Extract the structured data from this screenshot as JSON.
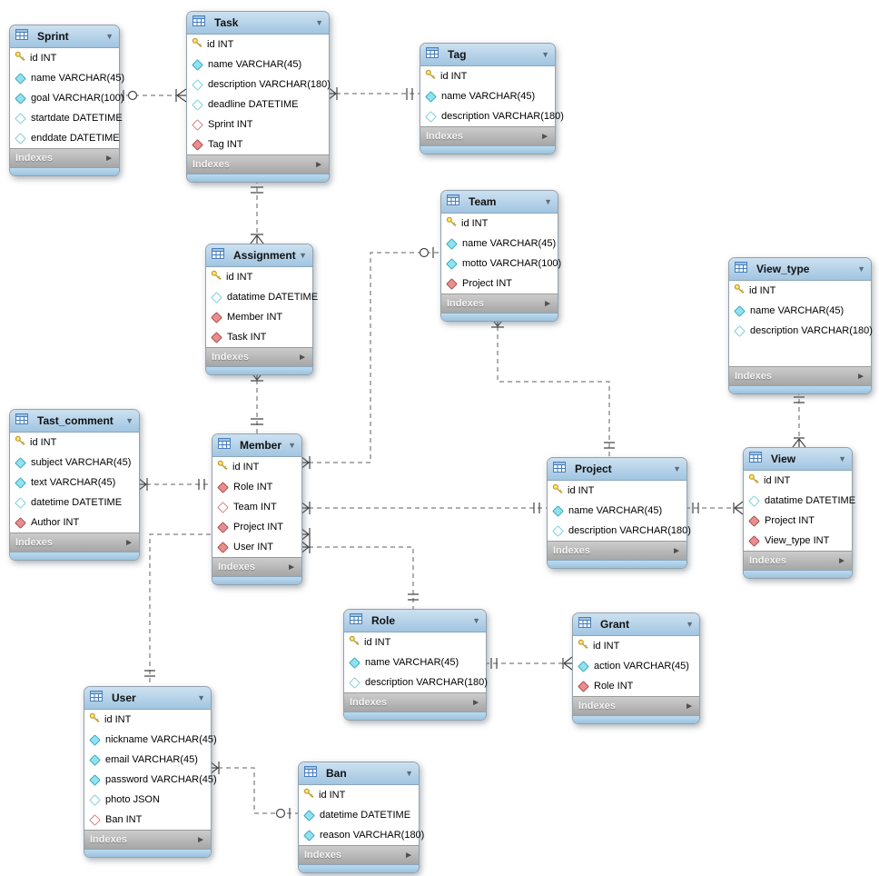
{
  "icons": {
    "collapse": "▼",
    "expand": "►"
  },
  "colors": {
    "header_blue": "#aecde5",
    "indexes_gray": "#b5b5b5",
    "key_yellow": "#ffd83d",
    "diamond_cyan": "#8fe2ef",
    "diamond_red": "#e98e8e",
    "wire_gray": "#5f5f5f"
  },
  "diagram": {
    "tables": [
      {
        "name": "Sprint",
        "indexes_label": "Indexes",
        "columns": [
          {
            "icon": "key-icon",
            "label": "id INT"
          },
          {
            "icon": "diamond-cyan-filled-icon",
            "label": "name VARCHAR(45)"
          },
          {
            "icon": "diamond-cyan-filled-icon",
            "label": "goal VARCHAR(100)"
          },
          {
            "icon": "diamond-cyan-outline-icon",
            "label": "startdate DATETIME"
          },
          {
            "icon": "diamond-cyan-outline-icon",
            "label": "enddate DATETIME"
          }
        ]
      },
      {
        "name": "Task",
        "indexes_label": "Indexes",
        "columns": [
          {
            "icon": "key-icon",
            "label": "id INT"
          },
          {
            "icon": "diamond-cyan-filled-icon",
            "label": "name VARCHAR(45)"
          },
          {
            "icon": "diamond-cyan-outline-icon",
            "label": "description VARCHAR(180)"
          },
          {
            "icon": "diamond-cyan-outline-icon",
            "label": "deadline DATETIME"
          },
          {
            "icon": "diamond-red-outline-icon",
            "label": "Sprint INT"
          },
          {
            "icon": "diamond-red-filled-icon",
            "label": "Tag INT"
          }
        ]
      },
      {
        "name": "Tag",
        "indexes_label": "Indexes",
        "columns": [
          {
            "icon": "key-icon",
            "label": "id INT"
          },
          {
            "icon": "diamond-cyan-filled-icon",
            "label": "name VARCHAR(45)"
          },
          {
            "icon": "diamond-cyan-outline-icon",
            "label": "description VARCHAR(180)"
          }
        ]
      },
      {
        "name": "Team",
        "indexes_label": "Indexes",
        "columns": [
          {
            "icon": "key-icon",
            "label": "id INT"
          },
          {
            "icon": "diamond-cyan-filled-icon",
            "label": "name VARCHAR(45)"
          },
          {
            "icon": "diamond-cyan-filled-icon",
            "label": "motto VARCHAR(100)"
          },
          {
            "icon": "diamond-red-filled-icon",
            "label": "Project INT"
          }
        ]
      },
      {
        "name": "Assignment",
        "indexes_label": "Indexes",
        "columns": [
          {
            "icon": "key-icon",
            "label": "id INT"
          },
          {
            "icon": "diamond-cyan-outline-icon",
            "label": "datatime DATETIME"
          },
          {
            "icon": "diamond-red-filled-icon",
            "label": "Member INT"
          },
          {
            "icon": "diamond-red-filled-icon",
            "label": "Task INT"
          }
        ]
      },
      {
        "name": "View_type",
        "indexes_label": "Indexes",
        "spacer": true,
        "columns": [
          {
            "icon": "key-icon",
            "label": "id INT"
          },
          {
            "icon": "diamond-cyan-filled-icon",
            "label": "name VARCHAR(45)"
          },
          {
            "icon": "diamond-cyan-outline-icon",
            "label": "description VARCHAR(180)"
          }
        ]
      },
      {
        "name": "Tast_comment",
        "indexes_label": "Indexes",
        "columns": [
          {
            "icon": "key-icon",
            "label": "id INT"
          },
          {
            "icon": "diamond-cyan-filled-icon",
            "label": "subject VARCHAR(45)"
          },
          {
            "icon": "diamond-cyan-filled-icon",
            "label": "text VARCHAR(45)"
          },
          {
            "icon": "diamond-cyan-outline-icon",
            "label": "datetime DATETIME"
          },
          {
            "icon": "diamond-red-filled-icon",
            "label": "Author INT"
          }
        ]
      },
      {
        "name": "Member",
        "indexes_label": "Indexes",
        "columns": [
          {
            "icon": "key-icon",
            "label": "id INT"
          },
          {
            "icon": "diamond-red-filled-icon",
            "label": "Role INT"
          },
          {
            "icon": "diamond-red-outline-icon",
            "label": "Team INT"
          },
          {
            "icon": "diamond-red-filled-icon",
            "label": "Project INT"
          },
          {
            "icon": "diamond-red-filled-icon",
            "label": "User INT"
          }
        ]
      },
      {
        "name": "Project",
        "indexes_label": "Indexes",
        "columns": [
          {
            "icon": "key-icon",
            "label": "id INT"
          },
          {
            "icon": "diamond-cyan-filled-icon",
            "label": "name VARCHAR(45)"
          },
          {
            "icon": "diamond-cyan-outline-icon",
            "label": "description VARCHAR(180)"
          }
        ]
      },
      {
        "name": "View",
        "indexes_label": "Indexes",
        "columns": [
          {
            "icon": "key-icon",
            "label": "id INT"
          },
          {
            "icon": "diamond-cyan-outline-icon",
            "label": "datatime DATETIME"
          },
          {
            "icon": "diamond-red-filled-icon",
            "label": "Project INT"
          },
          {
            "icon": "diamond-red-filled-icon",
            "label": "View_type INT"
          }
        ]
      },
      {
        "name": "Role",
        "indexes_label": "Indexes",
        "columns": [
          {
            "icon": "key-icon",
            "label": "id INT"
          },
          {
            "icon": "diamond-cyan-filled-icon",
            "label": "name VARCHAR(45)"
          },
          {
            "icon": "diamond-cyan-outline-icon",
            "label": "description VARCHAR(180)"
          }
        ]
      },
      {
        "name": "Grant",
        "indexes_label": "Indexes",
        "columns": [
          {
            "icon": "key-icon",
            "label": "id INT"
          },
          {
            "icon": "diamond-cyan-filled-icon",
            "label": "action VARCHAR(45)"
          },
          {
            "icon": "diamond-red-filled-icon",
            "label": "Role INT"
          }
        ]
      },
      {
        "name": "User",
        "indexes_label": "Indexes",
        "columns": [
          {
            "icon": "key-icon",
            "label": "id INT"
          },
          {
            "icon": "diamond-cyan-filled-icon",
            "label": "nickname VARCHAR(45)"
          },
          {
            "icon": "diamond-cyan-filled-icon",
            "label": "email VARCHAR(45)"
          },
          {
            "icon": "diamond-cyan-filled-icon",
            "label": "password VARCHAR(45)"
          },
          {
            "icon": "diamond-cyan-outline-icon",
            "label": "photo JSON"
          },
          {
            "icon": "diamond-red-outline-icon",
            "label": "Ban INT"
          }
        ]
      },
      {
        "name": "Ban",
        "indexes_label": "Indexes",
        "columns": [
          {
            "icon": "key-icon",
            "label": "id INT"
          },
          {
            "icon": "diamond-cyan-filled-icon",
            "label": "datetime DATETIME"
          },
          {
            "icon": "diamond-cyan-filled-icon",
            "label": "reason VARCHAR(180)"
          }
        ]
      }
    ],
    "relationships": [
      {
        "one": "Sprint",
        "many": "Task",
        "one_end": "zero-or-one",
        "many_end": "many"
      },
      {
        "one": "Tag",
        "many": "Task",
        "one_end": "one",
        "many_end": "many"
      },
      {
        "one": "Task",
        "many": "Assignment",
        "one_end": "one",
        "many_end": "many"
      },
      {
        "one": "Member",
        "many": "Assignment",
        "one_end": "one",
        "many_end": "many"
      },
      {
        "one": "Team",
        "many": "Member",
        "one_end": "zero-or-one",
        "many_end": "many"
      },
      {
        "one": "Project",
        "many": "Member",
        "one_end": "one",
        "many_end": "many"
      },
      {
        "one": "Role",
        "many": "Member",
        "one_end": "one",
        "many_end": "many"
      },
      {
        "one": "Role",
        "many": "Grant",
        "one_end": "one",
        "many_end": "many"
      },
      {
        "one": "Project",
        "many": "Team",
        "one_end": "one",
        "many_end": "many"
      },
      {
        "one": "Member",
        "many": "Tast_comment",
        "one_end": "one",
        "many_end": "many"
      },
      {
        "one": "User",
        "many": "Member",
        "one_end": "one",
        "many_end": "many"
      },
      {
        "one": "Ban",
        "many": "User",
        "one_end": "zero-or-one",
        "many_end": "many"
      },
      {
        "one": "View_type",
        "many": "View",
        "one_end": "one",
        "many_end": "many"
      },
      {
        "one": "Project",
        "many": "View",
        "one_end": "one",
        "many_end": "many"
      }
    ]
  }
}
